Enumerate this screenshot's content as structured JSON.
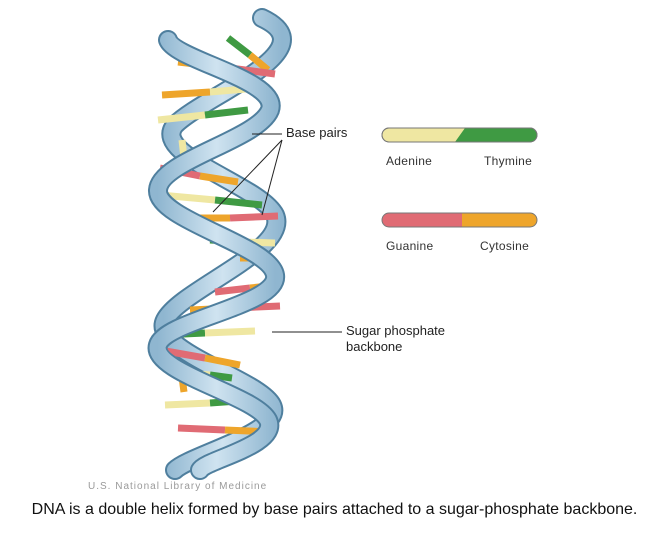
{
  "labels": {
    "base_pairs": "Base pairs",
    "backbone_line1": "Sugar phosphate",
    "backbone_line2": "backbone",
    "credit": "U.S. National Library of Medicine"
  },
  "legend": [
    {
      "left": "Adenine",
      "right": "Thymine",
      "left_color": "#efe7a2",
      "right_color": "#3f9a43"
    },
    {
      "left": "Guanine",
      "right": "Cytosine",
      "left_color": "#e06b74",
      "right_color": "#eea52b"
    }
  ],
  "caption": "DNA is a double helix formed by base pairs attached to a sugar-phosphate backbone.",
  "colors": {
    "backbone": "#a9cbe0",
    "backbone_edge": "#4f7f9e",
    "adenine": "#efe7a2",
    "thymine": "#3f9a43",
    "guanine": "#e06b74",
    "cytosine": "#eea52b"
  }
}
